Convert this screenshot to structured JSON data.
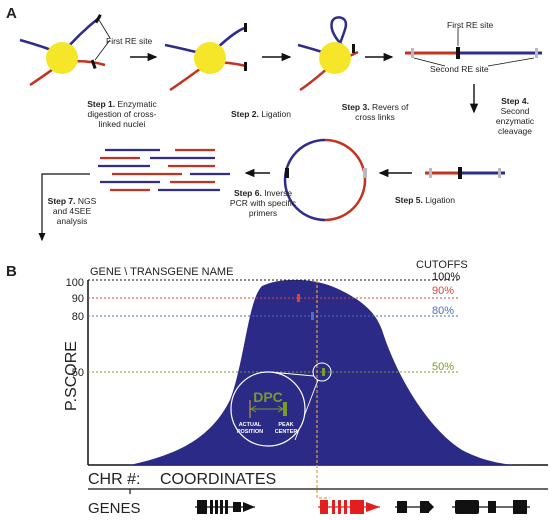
{
  "panelA": {
    "label": "A",
    "first_re_site": "First RE site",
    "first_re_site_2": "First RE site",
    "second_re_site": "Second RE site",
    "steps": [
      {
        "num": "Step 1.",
        "lines": [
          "Enzymatic",
          "digestion of cross-",
          "linked nuclei"
        ]
      },
      {
        "num": "Step 2.",
        "lines": [
          "Ligation"
        ]
      },
      {
        "num": "Step 3.",
        "lines": [
          "Revers of",
          "cross links"
        ]
      },
      {
        "num": "Step 4.",
        "lines": [
          "Second",
          "enzymatic",
          "cleavage"
        ]
      },
      {
        "num": "Step 5.",
        "lines": [
          "Ligation"
        ]
      },
      {
        "num": "Step 6.",
        "lines": [
          "Inverse",
          "PCR with specific",
          "primers"
        ]
      },
      {
        "num": "Step 7.",
        "lines": [
          "NGS",
          "and 4SEE",
          "analysis"
        ]
      }
    ]
  },
  "panelB": {
    "label": "B",
    "gene_name": "GENE \\ TRANSGENE NAME",
    "cutoffs_title": "CUTOFFS",
    "yaxis_label": "P.SCORE",
    "y_ticks": [
      "100",
      "90",
      "80",
      "50"
    ],
    "cutoffs": [
      {
        "label": "100%",
        "color": "#111111"
      },
      {
        "label": "90%",
        "color": "#d64541"
      },
      {
        "label": "80%",
        "color": "#4a6fc0"
      },
      {
        "label": "50%",
        "color": "#7a9a2a"
      }
    ],
    "inset": {
      "dpc": "DPC",
      "actual_lines": [
        "ACTUAL",
        "POSITION"
      ],
      "peak_lines": [
        "PEAK",
        "CENTER"
      ]
    },
    "chr_label": "CHR #:",
    "coords_label": "COORDINATES",
    "genes_label": "GENES",
    "colors": {
      "peak": "#2c2a87",
      "cutoff90": "#d64541",
      "cutoff80": "#4a6fc0",
      "cutoff50": "#7a9a2a",
      "orange": "#e0a33a",
      "transgene": "#e41e1e",
      "nucleus": "#f5e62a"
    }
  }
}
